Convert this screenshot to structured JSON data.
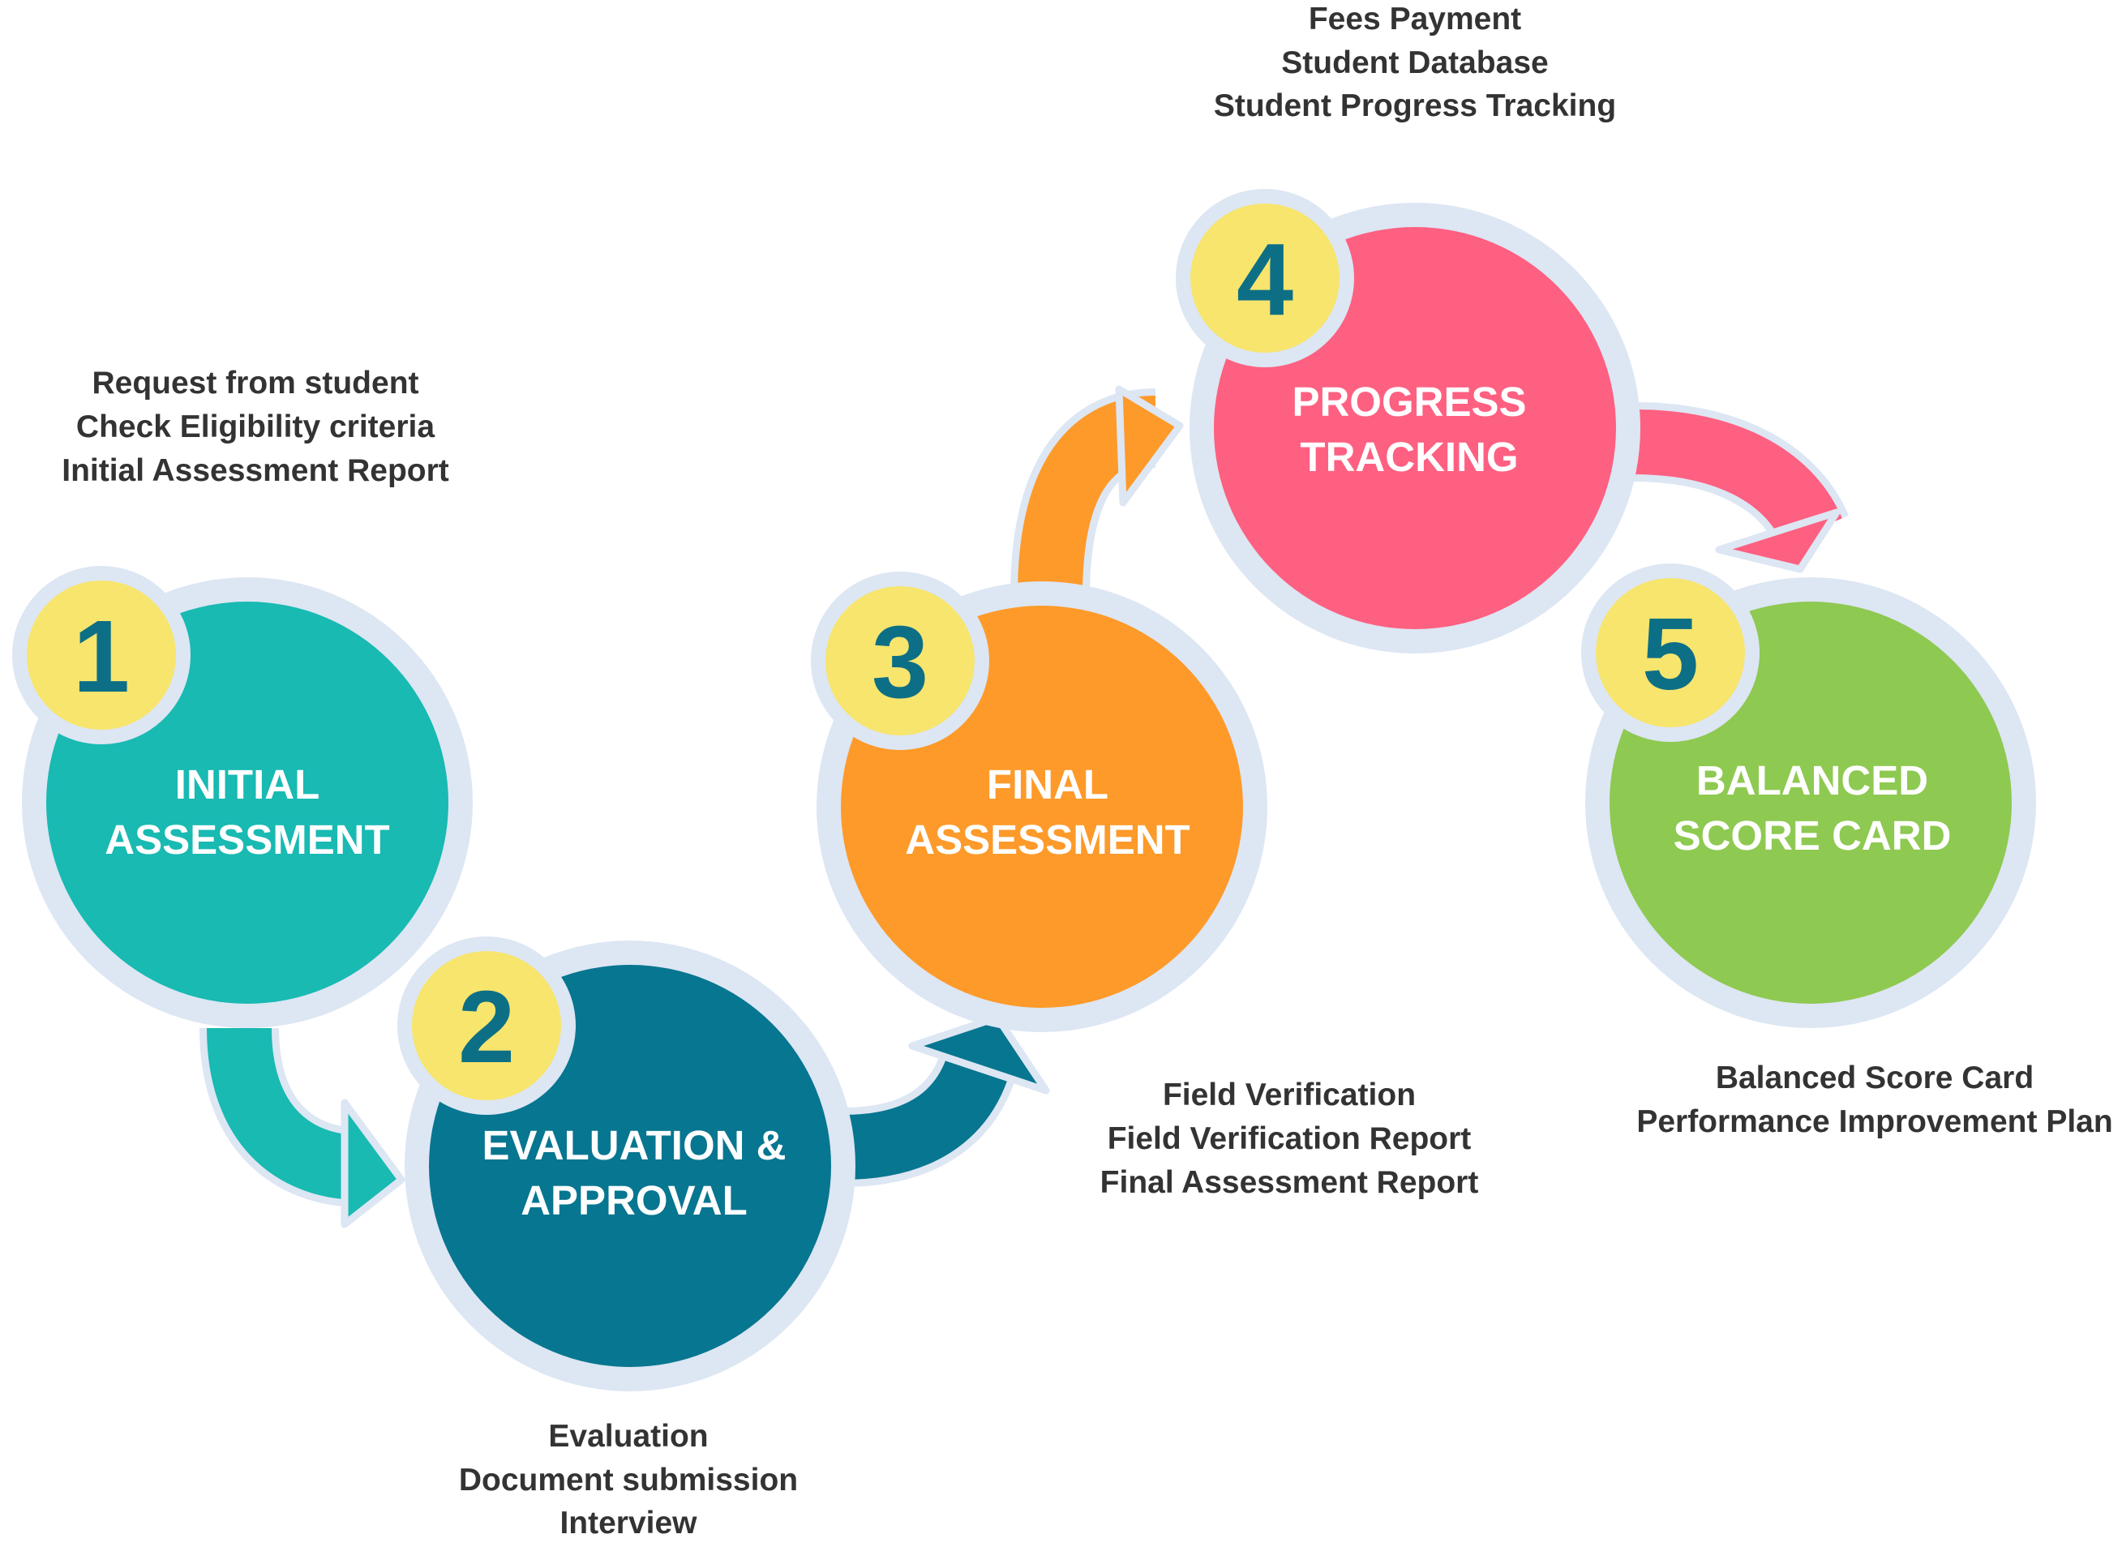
{
  "colors": {
    "halo": "#dde6f3",
    "badge_fill": "#f7e56d",
    "badge_text": "#0d6f86",
    "note_text": "#333333",
    "step1": "#18bab2",
    "step2": "#077690",
    "step3": "#fd9a2a",
    "step4": "#fe6081",
    "step5": "#8ec951"
  },
  "steps": [
    {
      "number": "1",
      "title": [
        "INITIAL",
        "ASSESSMENT"
      ],
      "notes": [
        "Request from student",
        "Check Eligibility criteria",
        "Initial Assessment Report"
      ]
    },
    {
      "number": "2",
      "title": [
        "EVALUATION &",
        "APPROVAL"
      ],
      "notes": [
        "Evaluation",
        "Document submission",
        "Interview"
      ]
    },
    {
      "number": "3",
      "title": [
        "FINAL",
        "ASSESSMENT"
      ],
      "notes": [
        "Field Verification",
        "Field Verification Report",
        "Final Assessment Report"
      ]
    },
    {
      "number": "4",
      "title": [
        "PROGRESS",
        "TRACKING"
      ],
      "notes": [
        "Fees Payment",
        "Student Database",
        "Student Progress Tracking"
      ]
    },
    {
      "number": "5",
      "title": [
        "BALANCED",
        "SCORE CARD"
      ],
      "notes": [
        "Balanced Score Card",
        "Performance Improvement Plan"
      ]
    }
  ],
  "arrows": [
    {
      "from": "1",
      "to": "2"
    },
    {
      "from": "2",
      "to": "3"
    },
    {
      "from": "3",
      "to": "4"
    },
    {
      "from": "4",
      "to": "5"
    }
  ]
}
